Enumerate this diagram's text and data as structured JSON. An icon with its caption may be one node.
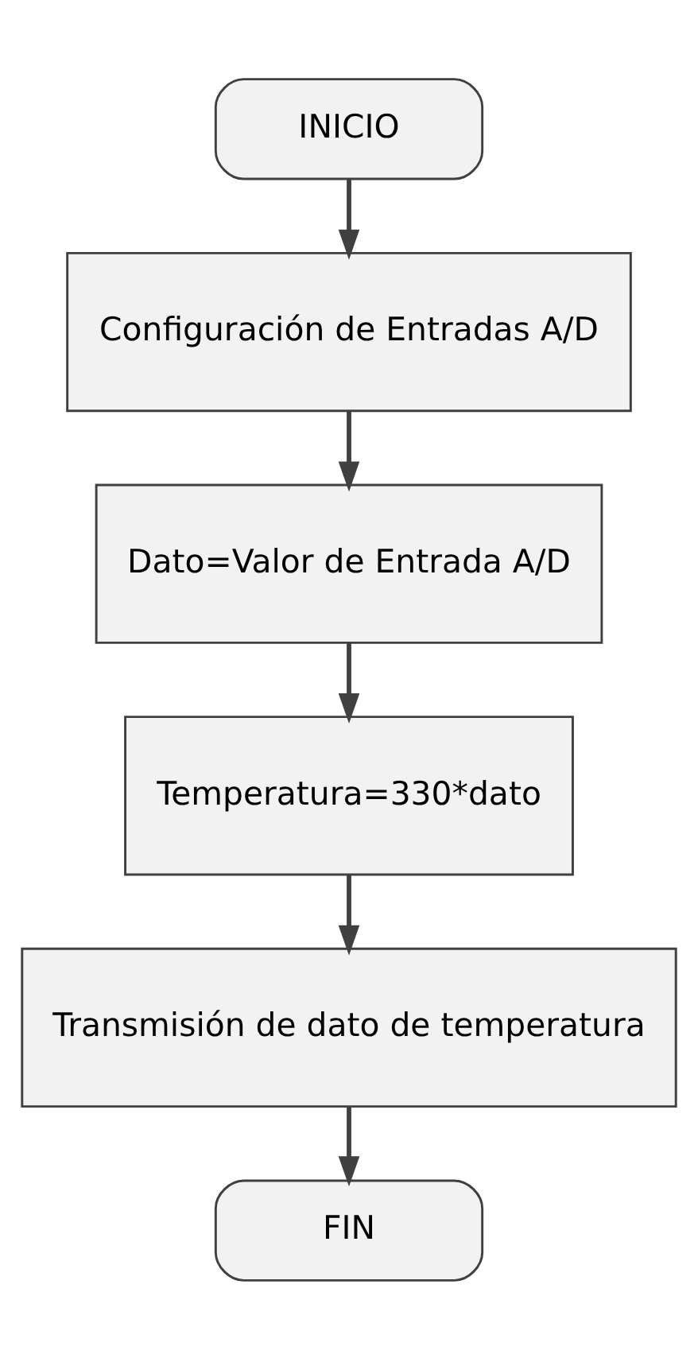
{
  "diagram": {
    "nodes": [
      {
        "text": [
          "INICIO"
        ]
      },
      {
        "text": [
          "Configuración de Entradas A/D"
        ]
      },
      {
        "text": [
          "Dato=Valor de Entrada A/D"
        ]
      },
      {
        "text": [
          "Temperatura=330*dato"
        ]
      },
      {
        "text": [
          "Transmisión de dato de temperatura"
        ]
      },
      {
        "text": [
          "FIN"
        ]
      }
    ],
    "edges": [
      {
        "from": 0,
        "to": 1,
        "arrow": "to"
      },
      {
        "from": 1,
        "to": 2,
        "arrow": "to"
      },
      {
        "from": 2,
        "to": 3,
        "arrow": "to"
      },
      {
        "from": 3,
        "to": 4,
        "arrow": "to"
      },
      {
        "from": 4,
        "to": 5,
        "arrow": "to"
      }
    ]
  }
}
